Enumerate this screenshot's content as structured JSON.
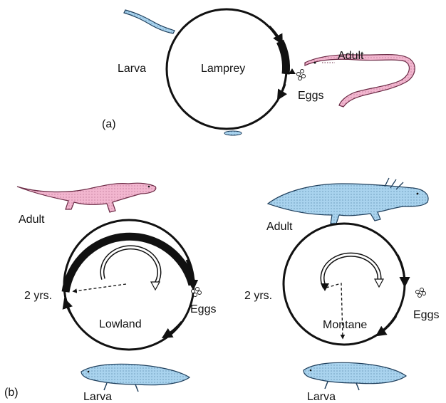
{
  "panel_a": {
    "panel_label": "(a)",
    "center_label": "Lamprey",
    "left_label": "Larva",
    "adult_label": "Adult",
    "eggs_label": "Eggs",
    "icons": [
      "larva-lamprey-icon",
      "adult-lamprey-icon",
      "eggs-icon"
    ],
    "colors": {
      "adult": "#f2b6cf",
      "larva": "#a9d3ee"
    }
  },
  "panel_b_lowland": {
    "panel_label": "(b)",
    "center_label": "Lowland",
    "adult_label": "Adult",
    "eggs_label": "Eggs",
    "time_label": "2 yrs.",
    "larva_label": "Larva",
    "icons": [
      "adult-salamander-icon",
      "larva-salamander-icon",
      "eggs-icon"
    ],
    "colors": {
      "adult": "#f2b6cf",
      "larva": "#a9d3ee"
    }
  },
  "panel_b_montane": {
    "center_label": "Montane",
    "adult_label": "Adult",
    "eggs_label": "Eggs",
    "time_label": "2 yrs.",
    "larva_label": "Larva",
    "icons": [
      "adult-salamander-icon",
      "larva-salamander-icon",
      "eggs-icon"
    ],
    "colors": {
      "adult": "#a9d3ee",
      "larva": "#a9d3ee"
    }
  }
}
